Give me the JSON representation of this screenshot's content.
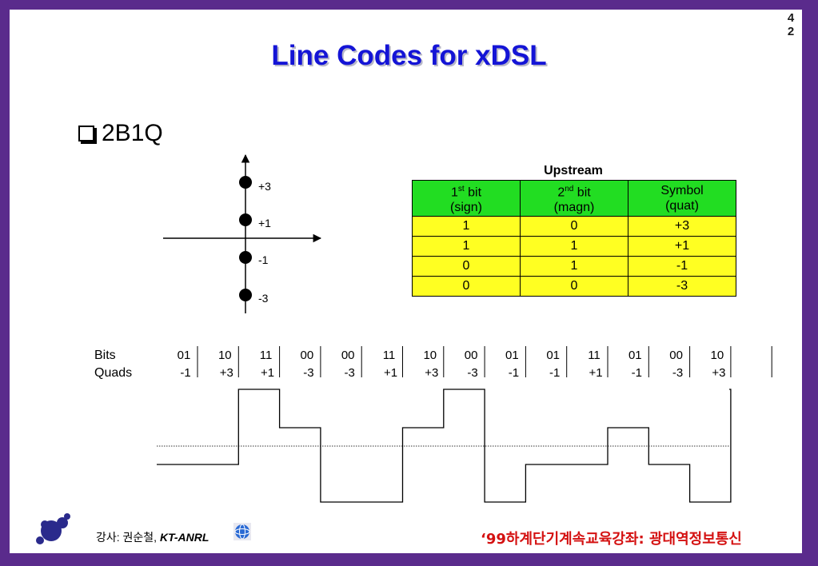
{
  "page_number": [
    "4",
    "2"
  ],
  "title": "Line Codes for xDSL",
  "bullet": "2B1Q",
  "constellation": {
    "levels": [
      "+3",
      "+1",
      "-1",
      "-3"
    ]
  },
  "table": {
    "caption": "Upstream",
    "headers": [
      {
        "base": "1",
        "sup": "st",
        "rest": " bit",
        "line2": "(sign)"
      },
      {
        "base": "2",
        "sup": "nd",
        "rest": " bit",
        "line2": "(magn)"
      },
      {
        "base": "Symbol",
        "sup": "",
        "rest": "",
        "line2": "(quat)"
      }
    ],
    "rows": [
      [
        "1",
        "0",
        "+3"
      ],
      [
        "1",
        "1",
        "+1"
      ],
      [
        "0",
        "1",
        "-1"
      ],
      [
        "0",
        "0",
        "-3"
      ]
    ]
  },
  "waveform": {
    "bits_label": "Bits",
    "quads_label": "Quads",
    "bits": [
      "01",
      "10",
      "11",
      "00",
      "00",
      "11",
      "10",
      "00",
      "01",
      "01",
      "11",
      "01",
      "00",
      "10"
    ],
    "quads": [
      "-1",
      "+3",
      "+1",
      "-3",
      "-3",
      "+1",
      "+3",
      "-3",
      "-1",
      "-1",
      "+1",
      "-1",
      "-3",
      "+3"
    ],
    "levels": [
      -1,
      3,
      1,
      -3,
      -3,
      1,
      3,
      -3,
      -1,
      -1,
      1,
      -1,
      -3,
      3
    ]
  },
  "footer": {
    "lecturer": "강사: 권순철, ",
    "org": "KT-ANRL",
    "course": "‘99하계단기계속교육강좌: 광대역정보통신"
  },
  "colors": {
    "frame": "#5a2b8c",
    "title": "#1414d6",
    "header_bg": "#22dd22",
    "row_bg": "#ffff22",
    "footer_course": "#d41111",
    "logo": "#2a2a8c"
  }
}
